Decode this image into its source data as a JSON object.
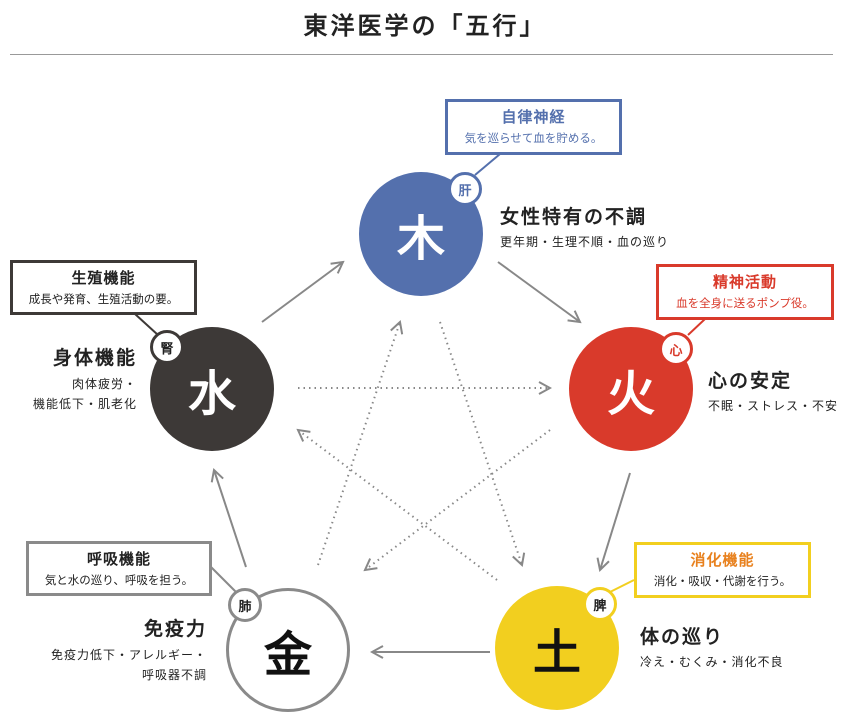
{
  "title": "東洋医学の「五行」",
  "colors": {
    "wood": "#5470ad",
    "fire": "#d93a2b",
    "earth": "#f2cf1f",
    "metal": "#8a8a8a",
    "water": "#3d3937",
    "earth_head": "#e8811e",
    "arrow": "#888888"
  },
  "elements": {
    "wood": {
      "symbol": "木",
      "organ": "肝",
      "box_title": "自律神経",
      "box_text": "気を巡らせて血を貯める。",
      "label": "女性特有の不調",
      "desc": "更年期・生理不順・血の巡り"
    },
    "fire": {
      "symbol": "火",
      "organ": "心",
      "box_title": "精神活動",
      "box_text": "血を全身に送るポンプ役。",
      "label": "心の安定",
      "desc": "不眠・ストレス・不安"
    },
    "earth": {
      "symbol": "土",
      "organ": "脾",
      "box_title": "消化機能",
      "box_text": "消化・吸収・代謝を行う。",
      "label": "体の巡り",
      "desc": "冷え・むくみ・消化不良"
    },
    "metal": {
      "symbol": "金",
      "organ": "肺",
      "box_title": "呼吸機能",
      "box_text": "気と水の巡り、呼吸を担う。",
      "label": "免疫力",
      "desc1": "免疫力低下・アレルギー・",
      "desc2": "呼吸器不調"
    },
    "water": {
      "symbol": "水",
      "organ": "腎",
      "box_title": "生殖機能",
      "box_text": "成長や発育、生殖活動の要。",
      "label": "身体機能",
      "desc1": "肉体疲労・",
      "desc2": "機能低下・肌老化"
    }
  }
}
